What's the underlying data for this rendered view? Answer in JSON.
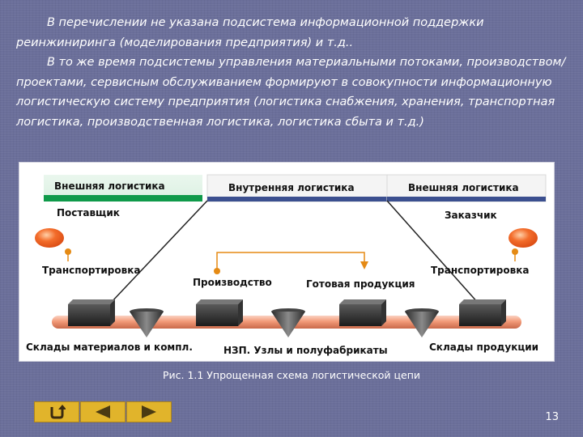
{
  "slide": {
    "paragraph_1": "В перечислении не указана подсистема информационной поддержки реинжиниринга (моделирования предприятия) и т.д..",
    "paragraph_2": "В то же время подсистемы управления материальными потоками, производством/проектами, сервисным обслуживанием формируют в совокупности информационную логистическую систему предприятия (логистика снабжения, хранения, транспортная логистика, производственная логистика, логистика сбыта и т.д.)",
    "page_number": "13"
  },
  "diagram": {
    "external_left": "Внешняя логистика",
    "internal": "Внутренняя логистика",
    "external_right": "Внешняя логистика",
    "supplier": "Поставщик",
    "customer": "Заказчик",
    "transport_left": "Транспортировка",
    "transport_right": "Транспортировка",
    "production": "Производство",
    "finished_goods": "Готовая продукция",
    "warehouse_materials": "Склады материалов и компл.",
    "wip": "НЗП. Узлы и полуфабрикаты",
    "warehouse_products": "Склады продукции"
  },
  "caption": "Рис. 1.1 Упрощенная схема логистической цепи",
  "navigation": {
    "home_icon": "return-arrow-icon",
    "prev_icon": "triangle-left-icon",
    "next_icon": "triangle-right-icon"
  },
  "colors": {
    "background": "#6b6f9a",
    "header_green": "#0f9a4a",
    "header_blue": "#3b4f8f",
    "pipe": "#f29a78",
    "oval": "#f36d2b",
    "arrow_orange": "#e58a14",
    "nav_button": "#e1b42b"
  }
}
